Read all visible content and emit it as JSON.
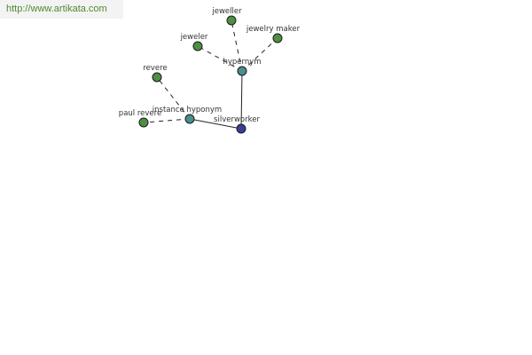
{
  "header": {
    "url": "http://www.artikata.com"
  },
  "graph": {
    "colors": {
      "word_node": "#4f8f43",
      "relation_node": "#4a8e8e",
      "center_node": "#3a3f96",
      "edge": "#222222",
      "label": "#333333"
    },
    "nodes": [
      {
        "id": "jeweller",
        "label": "jeweller",
        "kind": "word"
      },
      {
        "id": "jewelry-maker",
        "label": "jewelry maker",
        "kind": "word"
      },
      {
        "id": "jeweler",
        "label": "jeweler",
        "kind": "word"
      },
      {
        "id": "hypernym",
        "label": "hypernym",
        "kind": "relation"
      },
      {
        "id": "revere",
        "label": "revere",
        "kind": "word"
      },
      {
        "id": "paul-revere",
        "label": "paul revere",
        "kind": "word"
      },
      {
        "id": "instance-hyponym",
        "label": "instance hyponym",
        "kind": "relation"
      },
      {
        "id": "silverworker",
        "label": "silverworker",
        "kind": "center"
      }
    ],
    "edges": [
      {
        "from": "silverworker",
        "to": "hypernym",
        "style": "solid"
      },
      {
        "from": "silverworker",
        "to": "instance-hyponym",
        "style": "solid"
      },
      {
        "from": "hypernym",
        "to": "jeweller",
        "style": "dashed"
      },
      {
        "from": "hypernym",
        "to": "jewelry-maker",
        "style": "dashed"
      },
      {
        "from": "hypernym",
        "to": "jeweler",
        "style": "dashed"
      },
      {
        "from": "instance-hyponym",
        "to": "revere",
        "style": "dashed"
      },
      {
        "from": "instance-hyponym",
        "to": "paul-revere",
        "style": "dashed"
      }
    ]
  }
}
